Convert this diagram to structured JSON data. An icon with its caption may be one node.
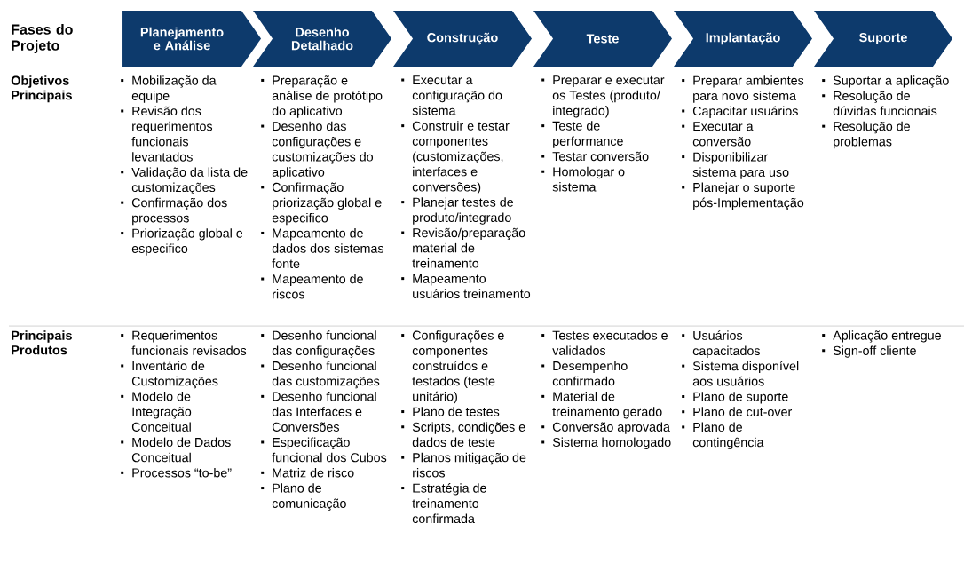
{
  "diagram": {
    "nodes": [
      {
        "text": [
          "Planejamento e Análise"
        ]
      },
      {
        "text": [
          "Desenho Detalhado"
        ]
      },
      {
        "text": [
          "Construção"
        ]
      },
      {
        "text": [
          "Teste"
        ]
      },
      {
        "text": [
          "Implantação"
        ]
      },
      {
        "text": [
          "Suporte"
        ]
      }
    ],
    "labels": [
      "Fases do Projeto",
      "Objetivos Principais",
      "Mobilização da equipe",
      "Revisão dos requerimentos funcionais levantados",
      "Validação da lista de customizações",
      "Confirmação dos processos",
      "Priorização global e especifico",
      "Preparação e análise de protótipo do aplicativo",
      "Desenho das configurações e customizações do aplicativo",
      "Confirmação priorização global e especifico",
      "Mapeamento de dados dos sistemas fonte",
      "Mapeamento de riscos",
      "Executar a configuração do sistema",
      "Construir e testar componentes (customizações, interfaces e conversões)",
      "Planejar testes de produto/integrado",
      "Revisão/preparação material de treinamento",
      "Mapeamento usuários treinamento",
      "Preparar e executar os Testes (produto/ integrado)",
      "Teste de performance",
      "Testar conversão",
      "Homologar o sistema",
      "Preparar ambientes para novo sistema",
      "Capacitar usuários",
      "Executar a conversão",
      "Disponibilizar sistema para uso",
      "Planejar o suporte pós-Implementação",
      "Suportar a aplicação",
      "Resolução de dúvidas funcionais",
      "Resolução de problemas",
      "Principais Produtos",
      "Requerimentos funcionais revisados",
      "Inventário de Customizações",
      "Modelo de Integração Conceitual",
      "Modelo de Dados Conceitual",
      "Processos “to-be”",
      "Desenho funcional das configurações",
      "Desenho funcional das customizações",
      "Desenho funcional das Interfaces e Conversões",
      "Especificação funcional dos Cubos",
      "Matriz de risco",
      "Plano de comunicação",
      "Configurações e componentes construídos e testados (teste unitário)",
      "Plano de testes",
      "Scripts, condições e dados de teste",
      "Planos mitigação de riscos",
      "Estratégia de treinamento confirmada",
      "Testes executados e validados",
      "Desempenho confirmado",
      "Material de treinamento gerado",
      "Conversão aprovada",
      "Sistema homologado",
      "Usuários capacitados",
      "Sistema disponível aos usuários",
      "Plano de suporte",
      "Plano de cut-over",
      "Plano de contingência",
      "Aplicação entregue",
      "Sign-off cliente"
    ]
  }
}
